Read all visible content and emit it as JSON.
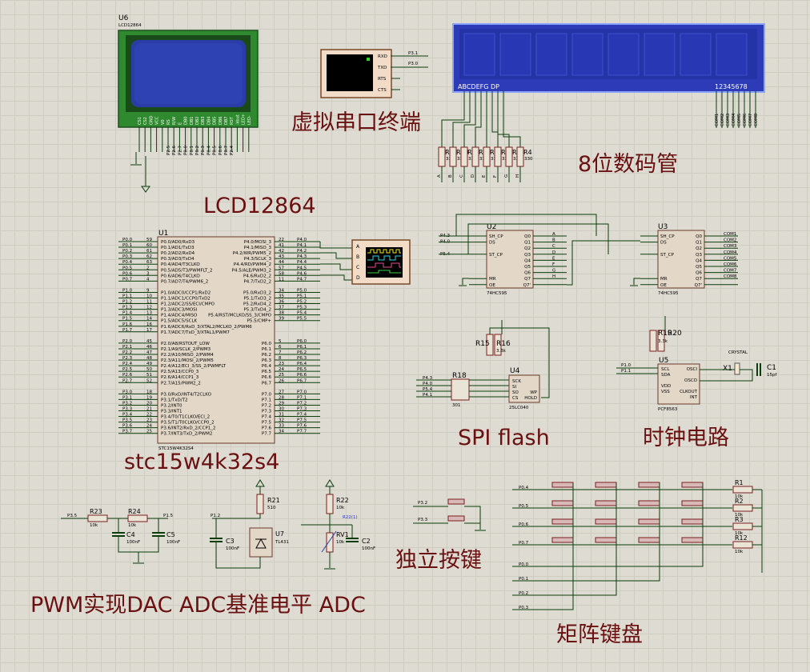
{
  "section_titles": {
    "lcd": "LCD12864",
    "terminal": "虚拟串口终端",
    "seg": "8位数码管",
    "mcu": "stc15w4k32s4",
    "spi": "SPI flash",
    "clock": "时钟电路",
    "pwm_adc": "PWM实现DAC  ADC基准电平  ADC",
    "buttons": "独立按键",
    "keypad": "矩阵键盘"
  },
  "lcd": {
    "ref": "U6",
    "model": "LCD12864",
    "pins": [
      "CS1",
      "CS2",
      "GND",
      "VCC",
      "V0",
      "RS",
      "R/W",
      "E",
      "DB0",
      "DB1",
      "DB2",
      "DB3",
      "DB4",
      "DB5",
      "DB6",
      "DB7",
      "RST",
      "-Vout",
      "LED+",
      "LED-"
    ],
    "net_labels": [
      "P2.5",
      "P2.6",
      "P2.7",
      "P0.0",
      "P0.1",
      "P0.2",
      "P0.3",
      "P0.4",
      "P0.5",
      "P0.6",
      "P0.7",
      "P2.4"
    ]
  },
  "terminal": {
    "pins": [
      "RXD",
      "TXD",
      "RTS",
      "CTS"
    ],
    "net_labels": [
      "P3.1",
      "P3.0"
    ]
  },
  "seg": {
    "segment_labels": "ABCDEFG  DP",
    "digit_labels": "12345678",
    "com_labels": [
      "COM1",
      "COM2",
      "COM3",
      "COM4",
      "COM5",
      "COM6",
      "COM7",
      "COM8"
    ],
    "resistors": [
      "R11",
      "R10",
      "R9",
      "R3",
      "R7",
      "R6",
      "R5",
      "R4"
    ],
    "resistor_value": "330",
    "segment_nets": [
      "A",
      "B",
      "C",
      "D",
      "E",
      "F",
      "G",
      "H"
    ]
  },
  "mcu": {
    "ref": "U1",
    "part": "STC15W4K32S4",
    "left_nets": [
      "P0.0",
      "P0.1",
      "P0.2",
      "P0.3",
      "P0.4",
      "P0.5",
      "P0.6",
      "P0.7",
      "",
      "P1.0",
      "P1.1",
      "P1.2",
      "P1.3",
      "P1.4",
      "P1.5",
      "P1.6",
      "P1.7",
      "",
      "P2.0",
      "P2.1",
      "P2.2",
      "P2.3",
      "P2.4",
      "P2.5",
      "P2.6",
      "P2.7",
      "",
      "P3.0",
      "P3.1",
      "P3.2",
      "P3.3",
      "P3.4",
      "P3.5",
      "P3.6",
      "P3.7"
    ],
    "left_pins": [
      "59",
      "60",
      "61",
      "62",
      "63",
      "2",
      "3",
      "4",
      "",
      "9",
      "10",
      "11",
      "12",
      "13",
      "14",
      "16",
      "17",
      "",
      "45",
      "46",
      "47",
      "48",
      "49",
      "50",
      "51",
      "52",
      "",
      "18",
      "19",
      "20",
      "21",
      "22",
      "23",
      "24",
      "25"
    ],
    "left_funcs": [
      "P0.0/AD0/RxD3",
      "P0.1/AD1/TxD3",
      "P0.2/AD2/RxD4",
      "P0.3/AD3/TxD4",
      "P0.4/AD4/T3CLKO",
      "P0.5/AD5/T3/PWMFLT_2",
      "P0.6/AD6/T4CLKO",
      "P0.7/AD7/T4/PWM6_2",
      "",
      "P1.0/ADC0/CCP1/RxD2",
      "P1.1/ADC1/CCP0/TxD2",
      "P1.2/ADC2/SS/ECI/CMPO",
      "P1.3/ADC3/MOSI",
      "P1.4/ADC4/MISO",
      "P1.5/ADC5/SCLK",
      "P1.6/ADC6/RxD_3/XTAL2/MCLKO_2/PWM6",
      "P1.7/ADC7/TxD_3/XTAL1/PWM7",
      "",
      "P2.0/A8/RSTOUT_LOW",
      "P2.1/A9/SCLK_2/PWM3",
      "P2.2/A10/MISO_2/PWM4",
      "P2.3/A11/MOSI_2/PWM5",
      "P2.4/A12/ECI_3/SS_2/PWMFLT",
      "P2.5/A13/CCP0_3",
      "P2.6/A14/CCP1_3",
      "P2.7/A15/PWM2_2",
      "",
      "P3.0/RxD/INT4/T2CLKO",
      "P3.1/TxD/T2",
      "P3.2/INT0",
      "P3.3/INT1",
      "P3.4/T0/T1CLKO/ECI_2",
      "P3.5/T1/T0CLKO/CCP0_2",
      "P3.6/INT2/RxD_2/CCP1_2",
      "P3.7/INT3/TxD_2/PWM2"
    ],
    "right_funcs": [
      "P4.0/MOSI_3",
      "P4.1/MISO_3",
      "P4.2/WR/PWM5_2",
      "P4.3/SCLK_3",
      "P4.4/RD/PWM4_2",
      "P4.5/ALE/PWM3_2",
      "P4.6/RxD2_2",
      "P4.7/TxD2_2",
      "",
      "P5.0/RxD3_2",
      "P5.1/TxD3_2",
      "P5.2/RxD4_2",
      "P5.3/TxD4_2",
      "P5.4/RST/MCLKO/SS_3/CMPO",
      "P5.5/CMP+",
      "",
      "",
      "",
      "P6.0",
      "P6.1",
      "P6.2",
      "P6.3",
      "P6.4",
      "P6.5",
      "P6.6",
      "P6.7",
      "",
      "P7.0",
      "P7.1",
      "P7.2",
      "P7.3",
      "P7.4",
      "P7.5",
      "P7.6",
      "P7.7"
    ],
    "right_pins": [
      "22",
      "41",
      "42",
      "43",
      "44",
      "57",
      "58",
      "11",
      "",
      "34",
      "35",
      "36",
      "37",
      "38",
      "39",
      "",
      "",
      "",
      "5",
      "6",
      "7",
      "8",
      "23",
      "24",
      "25",
      "26",
      "",
      "27",
      "28",
      "29",
      "30",
      "31",
      "32",
      "33",
      "34"
    ],
    "right_nets": [
      "P4.0",
      "P4.1",
      "P4.2",
      "P4.3",
      "P4.4",
      "P4.5",
      "P4.6",
      "P4.7",
      "",
      "P5.0",
      "P5.1",
      "P5.2",
      "P5.3",
      "P5.4",
      "P5.5",
      "",
      "",
      "",
      "P6.0",
      "P6.1",
      "P6.2",
      "P6.3",
      "P6.4",
      "P6.5",
      "P6.6",
      "P6.7",
      "",
      "P7.0",
      "P7.1",
      "P7.2",
      "P7.3",
      "P7.4",
      "P7.5",
      "P7.6",
      "P7.7"
    ]
  },
  "scope": {
    "channels": [
      "A",
      "B",
      "C",
      "D"
    ]
  },
  "shift_regs": [
    {
      "ref": "U2",
      "part": "74HC595",
      "in_nets": [
        "P4.3",
        "P4.0",
        "",
        "P5.4"
      ],
      "in_pins": [
        "SH_CP",
        "DS",
        "",
        "ST_CP",
        "",
        "",
        "",
        "MR",
        "OE"
      ],
      "out_pins": [
        "Q0",
        "Q1",
        "Q2",
        "Q3",
        "Q4",
        "Q5",
        "Q6",
        "Q7",
        "Q7'"
      ],
      "out_nets": [
        "A",
        "B",
        "C",
        "D",
        "E",
        "F",
        "G",
        "H"
      ]
    },
    {
      "ref": "U3",
      "part": "74HC595",
      "in_pins": [
        "SH_CP",
        "DS",
        "",
        "ST_CP",
        "",
        "",
        "",
        "MR",
        "OE"
      ],
      "out_pins": [
        "Q0",
        "Q1",
        "Q2",
        "Q3",
        "Q4",
        "Q5",
        "Q6",
        "Q7",
        "Q7'"
      ],
      "out_nets": [
        "COM1",
        "COM2",
        "COM3",
        "COM4",
        "COM5",
        "COM6",
        "COM7",
        "COM8"
      ]
    }
  ],
  "flash": {
    "ref": "U4",
    "part": "25LC040",
    "res_array": "R18",
    "res_array_value": "301",
    "pull": [
      "R15",
      "R16"
    ],
    "pull_value": "3.3k",
    "nets": [
      "P4.3",
      "P4.0",
      "P5.4",
      "P4.1"
    ],
    "pins_left": [
      "SCK",
      "SI",
      "SO",
      "CS"
    ],
    "pins_right": [
      "WP",
      "HOLD"
    ]
  },
  "rtc": {
    "ref": "U5",
    "part": "PCF8563",
    "pull": [
      "R19",
      "R20"
    ],
    "pull_value": "3.3k",
    "nets": [
      "P1.0",
      "P1.1"
    ],
    "pins_left": [
      "SCL",
      "SDA",
      "",
      "VDD",
      "VSS"
    ],
    "pins_right": [
      "OSCI",
      "OSCO",
      "CLKOUT",
      "INT"
    ],
    "crystal_ref": "X1",
    "crystal_label": "CRYSTAL",
    "cap_ref": "C1",
    "cap_value": "15pf"
  },
  "pwm": {
    "nets": [
      "P3.5",
      "P1.5"
    ],
    "resistors": [
      {
        "ref": "R23",
        "value": "10k"
      },
      {
        "ref": "R24",
        "value": "10k"
      }
    ],
    "caps": [
      {
        "ref": "C4",
        "value": "100nF"
      },
      {
        "ref": "C5",
        "value": "100nF"
      }
    ]
  },
  "vref": {
    "net": "P1.2",
    "res_ref": "R21",
    "res_value": "510",
    "cap_ref": "C3",
    "cap_value": "100nF",
    "ic_ref": "U7",
    "ic_part": "TL431"
  },
  "adc": {
    "res_ref": "R22",
    "res_value": "10k",
    "probe": "R22(1)",
    "pot_ref": "RV1",
    "pot_value": "10k",
    "cap_ref": "C2",
    "cap_value": "100nF"
  },
  "buttons": {
    "nets": [
      "P3.2",
      "P3.3"
    ]
  },
  "keypad": {
    "col_nets": [
      "P0.4",
      "P0.5",
      "P0.6",
      "P0.7"
    ],
    "row_nets": [
      "P0.0",
      "P0.1",
      "P0.2",
      "P0.3"
    ],
    "resistors": [
      {
        "ref": "R1",
        "value": "10k"
      },
      {
        "ref": "R2",
        "value": "10k"
      },
      {
        "ref": "R3",
        "value": "10k"
      },
      {
        "ref": "R12",
        "value": "10k"
      }
    ]
  }
}
